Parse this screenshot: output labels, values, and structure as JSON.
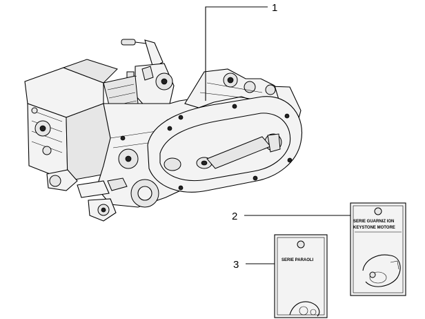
{
  "callouts": {
    "one": "1",
    "two": "2",
    "three": "3"
  },
  "kits": {
    "gasket_line1": "SERIE GUARNIZ ION",
    "gasket_line2": "KEYSTONE MOTORE",
    "spares_line": "SERIE PARAOLI"
  }
}
